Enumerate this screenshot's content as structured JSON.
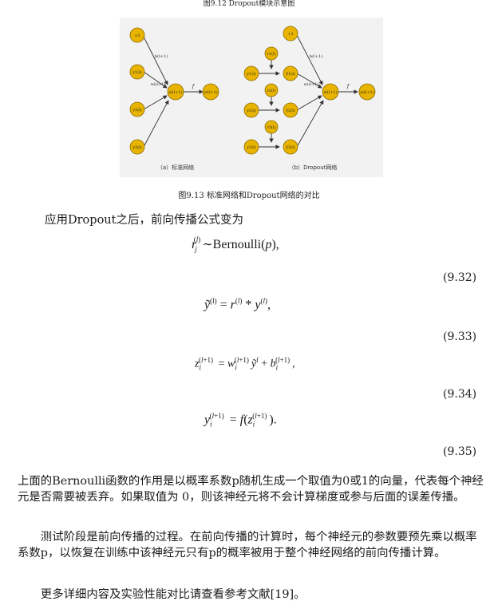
{
  "top_caption": "图9.12 Dropout模块示意图",
  "figure": {
    "caption_a": "（a）标准网络",
    "caption_b": "（b）Dropout网络",
    "net_a": {
      "bias": "+1",
      "inputs": [
        "y1(l)",
        "y2(l)",
        "y3(l)"
      ],
      "weight_b": "b(l+1)",
      "weight_w": "wi(l+1)",
      "z": "zi(l+1)",
      "f": "f",
      "y": "yi(l+1)"
    },
    "net_b": {
      "bias": "+1",
      "r_nodes": [
        "r1(l)",
        "r2(l)",
        "r3(l)"
      ],
      "inputs": [
        "y1(l)",
        "y2(l)",
        "y3(l)"
      ],
      "masked": [
        "ỹ1(l)",
        "ỹ2(l)",
        "ỹ3(l)"
      ],
      "weight_b": "b(l+1)",
      "weight_w": "wi(l+1)",
      "z": "zi(l+1)",
      "f": "f",
      "y": "yi(l+1)"
    }
  },
  "figure_caption": "图9.13 标准网络和Dropout网络的对比",
  "intro": "应用Dropout之后，前向传播公式变为",
  "equations": [
    {
      "number": "(9.32)"
    },
    {
      "number": "(9.33)"
    },
    {
      "number": "(9.34)"
    },
    {
      "number": "(9.35)"
    }
  ],
  "paragraphs": [
    "上面的Bernoulli函数的作用是以概率系数p随机生成一个取值为0或1的向量，代表每个神经元是否需要被丢弃。如果取值为 0，则该神经元将不会计算梯度或参与后面的误差传播。",
    "测试阶段是前向传播的过程。在前向传播的计算时，每个神经元的参数要预先乘以概率系数p，以恢复在训练中该神经元只有p的概率被用于整个神经网络的前向传播计算。",
    "更多详细内容及实验性能对比请查看参考文献[19]。"
  ]
}
